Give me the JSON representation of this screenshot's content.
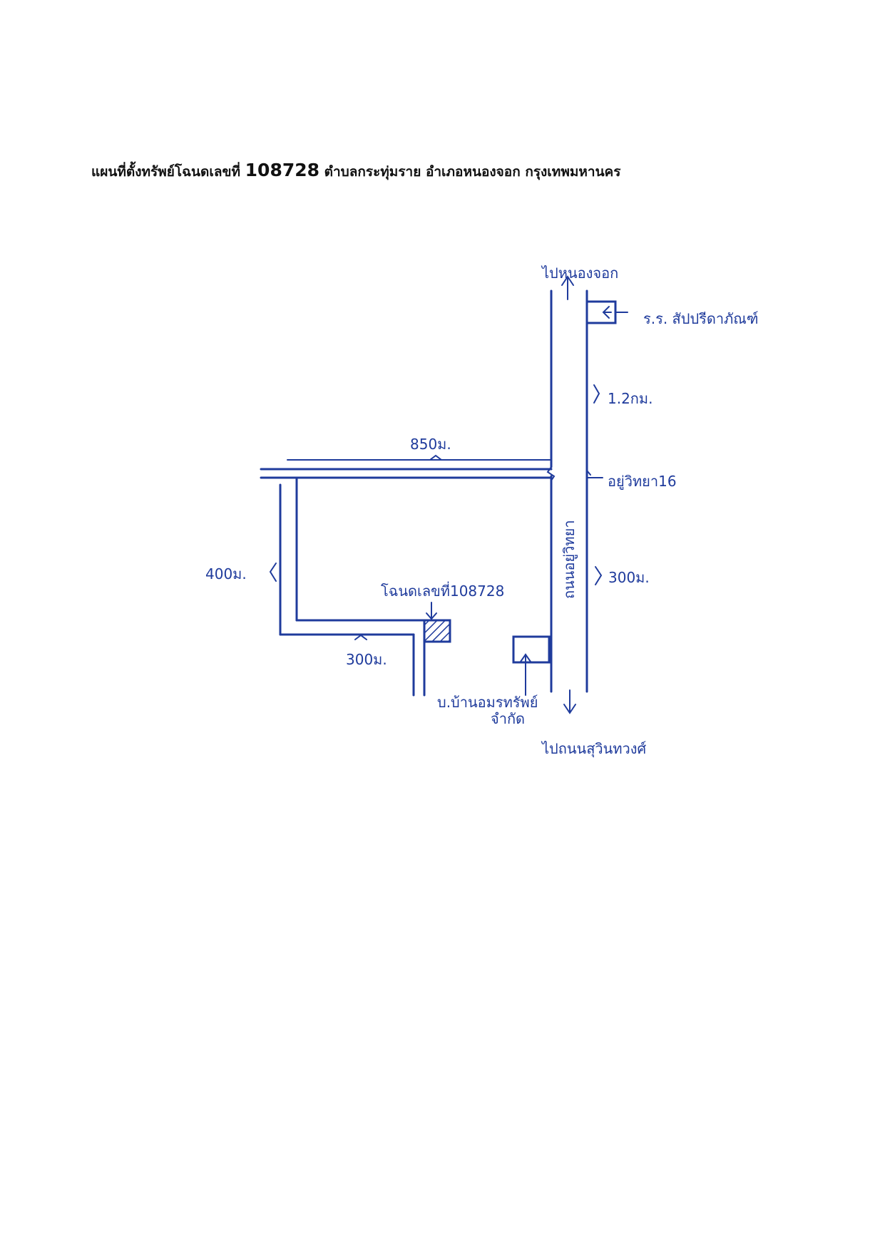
{
  "title": {
    "prefix": "แผนที่ตั้งทรัพย์โฉนดเลขที่",
    "deed_number": "108728",
    "suffix": "ตำบลกระทุ่มราย อำเภอหนองจอก กรุงเทพมหานคร"
  },
  "map": {
    "to_north": "ไปหนองจอก",
    "school_top": "ร.ร. สัปปรีดาภัณฑ์",
    "dist_top": "1.2กม.",
    "dist_soi": "850ม.",
    "soi_name": "อยู่วิทยา16",
    "main_road": "ถนนอยู่วิทยา",
    "dist_right": "300ม.",
    "dist_left": "400ม.",
    "deed_label": "โฉนดเลขที่108728",
    "dist_bottom": "300ม.",
    "company": "บ.บ้านอมรทรัพย์",
    "company_line2": "จำกัด",
    "to_south": "ไปถนนสุวินทวงศ์"
  }
}
